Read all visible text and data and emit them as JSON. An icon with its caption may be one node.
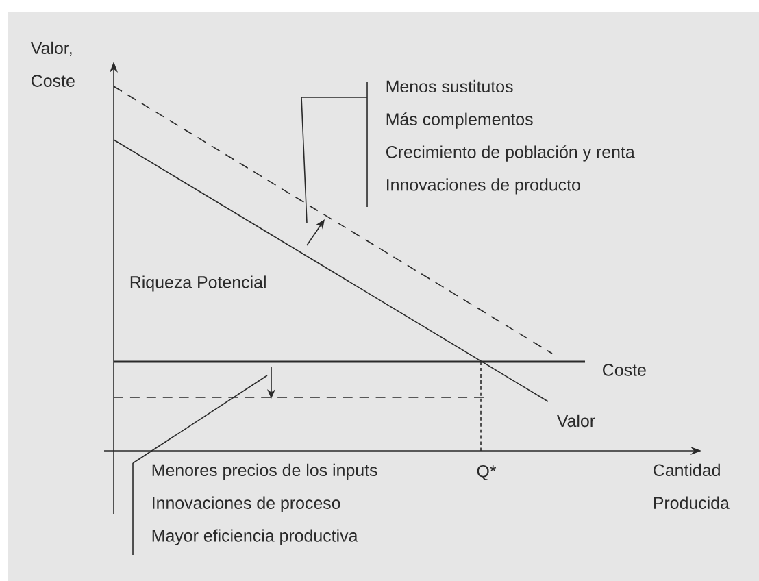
{
  "diagram": {
    "nodes": [
      {
        "text": [
          "Menos sustitutos",
          "Más complementos",
          "Crecimiento de población y renta",
          "Innovaciones de producto"
        ]
      },
      {
        "text": [
          "Menores precios de los inputs",
          "Innovaciones de proceso",
          "Mayor eficiencia productiva"
        ]
      }
    ],
    "edges": [
      {
        "from": 0,
        "to": null,
        "arrow": "none"
      },
      {
        "from": 1,
        "to": null,
        "arrow": "none"
      }
    ],
    "labels": [
      "Valor, Coste",
      "Riqueza Potencial",
      "Coste",
      "Valor",
      "Q*",
      "Cantidad Producida"
    ]
  }
}
